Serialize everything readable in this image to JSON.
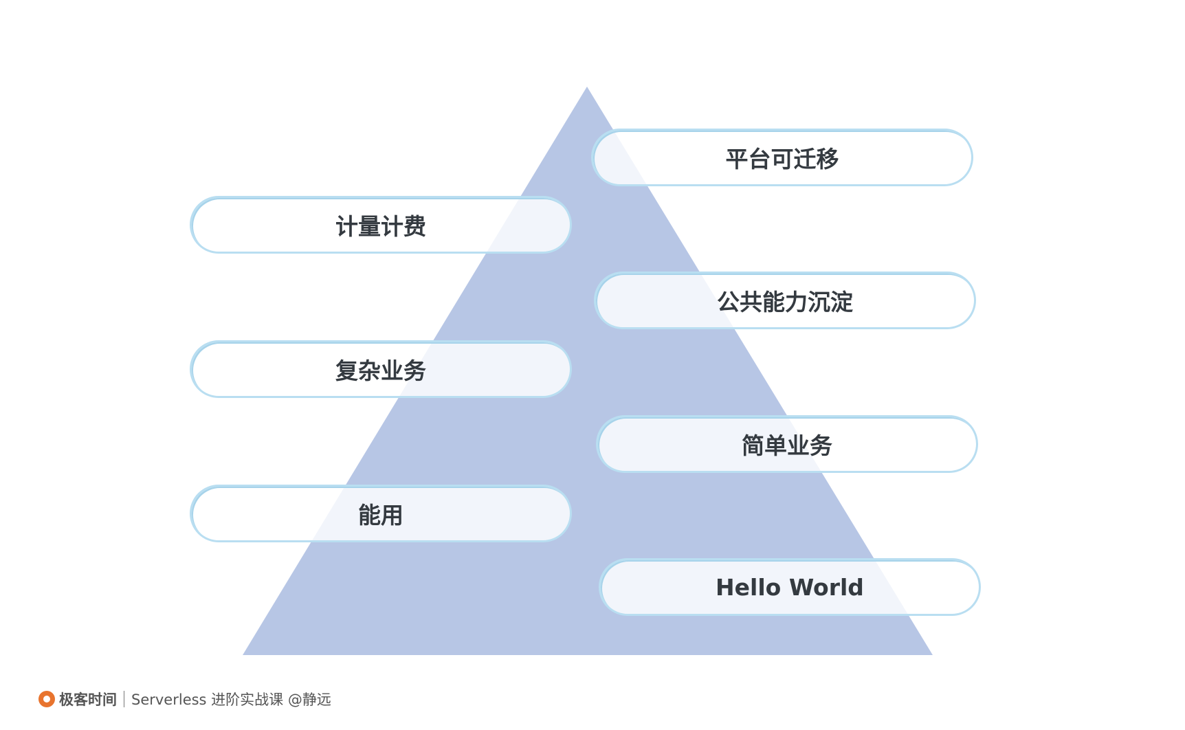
{
  "pyramid": {
    "color": "#b7c6e5"
  },
  "left_labels": [
    "计量计费",
    "复杂业务",
    "能用"
  ],
  "right_labels": [
    "平台可迁移",
    "公共能力沉淀",
    "简单业务",
    "Hello World"
  ],
  "footer": {
    "brand": "极客时间",
    "course": "Serverless 进阶实战课 @静远"
  }
}
